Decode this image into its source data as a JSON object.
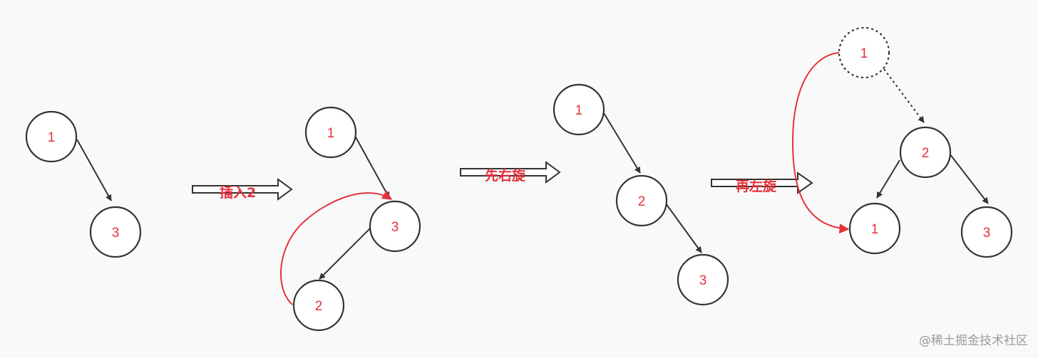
{
  "diagram": {
    "stages": [
      {
        "nodes": [
          "1",
          "3"
        ]
      },
      {
        "nodes": [
          "1",
          "3",
          "2"
        ]
      },
      {
        "nodes": [
          "1",
          "2",
          "3"
        ]
      },
      {
        "nodes": [
          "1",
          "2",
          "1",
          "3"
        ]
      }
    ],
    "arrows": [
      {
        "label": "插入2"
      },
      {
        "label": "先右旋"
      },
      {
        "label": "再左旋"
      }
    ],
    "colors": {
      "accent": "#e5323a",
      "stroke": "#333333",
      "node_fill": "#ffffff",
      "background": "#f9f9f9",
      "watermark": "#9a9a9a"
    }
  },
  "watermark": "@稀土掘金技术社区"
}
